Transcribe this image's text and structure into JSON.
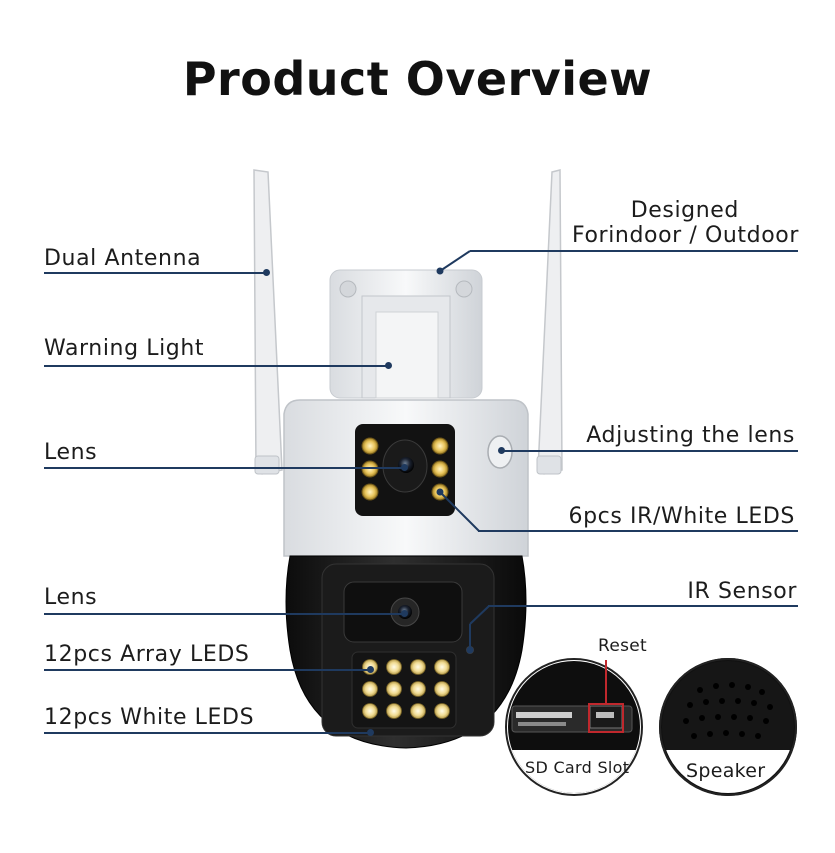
{
  "title": "Product Overview",
  "labels": {
    "dual_antenna": "Dual Antenna",
    "warning_light": "Warning Light",
    "lens_top": "Lens",
    "lens_bottom": "Lens",
    "array_leds": "12pcs Array LEDS",
    "white_leds": "12pcs White LEDS",
    "designed_line1": "Designed",
    "designed_line2": "Forindoor / Outdoor",
    "adjusting_lens": "Adjusting the lens",
    "ir_white_leds": "6pcs IR/White LEDS",
    "ir_sensor": "IR Sensor",
    "reset": "Reset",
    "sd_card_slot": "SD Card Slot",
    "speaker": "Speaker"
  },
  "colors": {
    "leader_line": "#1f3a5f",
    "reset_box": "#c0282d",
    "led": "#e8c45a"
  }
}
